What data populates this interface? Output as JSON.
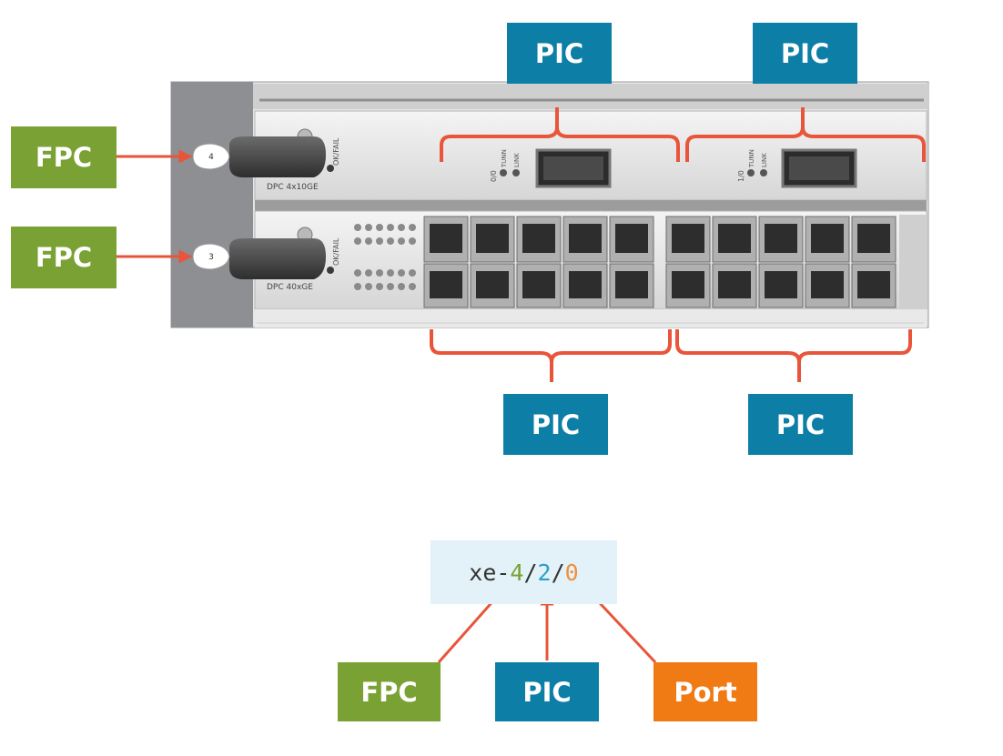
{
  "labels": {
    "fpc": "FPC",
    "pic": "PIC",
    "port": "Port"
  },
  "chassis": {
    "card_top": {
      "slot_number": "4",
      "ok_fail": "OK/FAIL",
      "model": "DPC 4x10GE",
      "pic0_id": "0/0",
      "pic1_id": "1/0",
      "led_tunn": "TUNN",
      "led_link": "LINK"
    },
    "card_bottom": {
      "slot_number": "3",
      "ok_fail": "OK/FAIL",
      "model": "DPC 40xGE"
    }
  },
  "interface": {
    "prefix": "xe-",
    "fpc": "4",
    "sep1": "/",
    "pic": "2",
    "sep2": "/",
    "port": "0"
  },
  "colors": {
    "fpc": "#7aa133",
    "pic": "#0d7ea6",
    "port": "#f07a14",
    "callout": "#e8553a",
    "interface_bg": "#e3f1f8"
  }
}
